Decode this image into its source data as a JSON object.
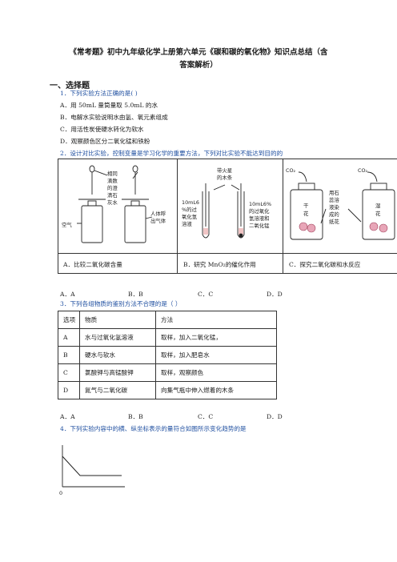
{
  "title_line1": "《常考题》初中九年级化学上册第六单元《碳和碳的氧化物》知识点总结（含",
  "title_line2": "答案解析）",
  "section": "一、选择题",
  "q1": {
    "stem": "1．下列实验方法正确的是(   )",
    "options": [
      "A．用 50mL 量筒量取 5.0mL 的水",
      "B．电解水实验说明水由氢、氧元素组成",
      "C．用活性炭使硬水转化为软水",
      "D．观察颜色区分二氧化锰和铁粉"
    ]
  },
  "q2": {
    "stem": "2．设计对比实验，控制变量是学习化学的重要方法，下列对比实验不能达到目的的",
    "captions": [
      "A．比较二氧化碳含量",
      "B．研究 MnO₂的催化作用",
      "C．探究二氧化碳和水反应"
    ],
    "fig_a": {
      "l1": "相同",
      "l2": "滴数",
      "l3": "的澄",
      "l4": "清石",
      "l5": "灰水",
      "air": "空气",
      "exh1": "人体呼",
      "exh2": "出气体"
    },
    "fig_b": {
      "top1": "带火星",
      "top2": "的木条",
      "l1": "10mL6",
      "l2": "%的过",
      "l3": "氧化氢",
      "l4": "溶液",
      "r1": "10mL6%",
      "r2": "的过氧化",
      "r3": "氢溶液和",
      "r4": "二氧化锰"
    },
    "fig_c": {
      "co2a": "CO₂",
      "co2b": "CO₂",
      "dry1": "干",
      "dry2": "花",
      "mid1": "用石",
      "mid2": "蕊溶",
      "mid3": "液染",
      "mid4": "成的",
      "mid5": "纸花",
      "wet1": "湿",
      "wet2": "花"
    },
    "answers": [
      "A．A",
      "B．B",
      "C．C",
      "D．D"
    ]
  },
  "q3": {
    "stem": "3．下列各组物质的鉴别方法不合理的是（       ）",
    "headers": [
      "选项",
      "物质",
      "方法"
    ],
    "rows": [
      [
        "A",
        "水与过氧化氢溶液",
        "取样，加入二氧化锰，"
      ],
      [
        "B",
        "硬水与软水",
        "取样，加入肥皂水"
      ],
      [
        "C",
        "氯酸钾与高锰酸钾",
        "取样，观察颜色"
      ],
      [
        "D",
        "氮气与二氧化碳",
        "向集气瓶中伸入燃着的木条"
      ]
    ],
    "answers": [
      "A．A",
      "B．B",
      "C．C",
      "D．D"
    ]
  },
  "q4": {
    "stem": "4．下列实验内容中的横、纵坐标表示的量符合如图所示变化趋势的是",
    "origin": "0"
  }
}
